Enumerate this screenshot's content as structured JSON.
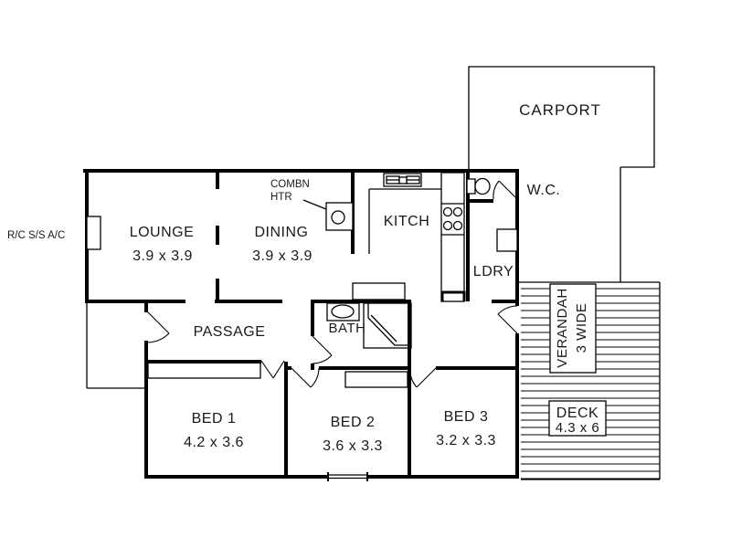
{
  "page": {
    "background": "#ffffff",
    "wall_color": "#000000",
    "text_color": "#1a1a1a"
  },
  "rooms": {
    "carport": {
      "label": "CARPORT"
    },
    "lounge": {
      "label": "LOUNGE",
      "dims": "3.9 x 3.9"
    },
    "dining": {
      "label": "DINING",
      "dims": "3.9 x 3.9"
    },
    "kitchen": {
      "label": "KITCH"
    },
    "wc": {
      "label": "W.C."
    },
    "laundry": {
      "label": "LDRY"
    },
    "passage": {
      "label": "PASSAGE"
    },
    "bath": {
      "label": "BATH"
    },
    "bed1": {
      "label": "BED 1",
      "dims": "4.2 x 3.6"
    },
    "bed2": {
      "label": "BED 2",
      "dims": "3.6 x 3.3"
    },
    "bed3": {
      "label": "BED 3",
      "dims": "3.2 x 3.3"
    },
    "verandah": {
      "label": "VERANDAH",
      "dims": "3 WIDE"
    },
    "deck": {
      "label": "DECK",
      "dims": "4.3 x 6"
    }
  },
  "annotations": {
    "ac": "R/C S/S A/C",
    "heater_line1": "COMBN",
    "heater_line2": "HTR"
  }
}
